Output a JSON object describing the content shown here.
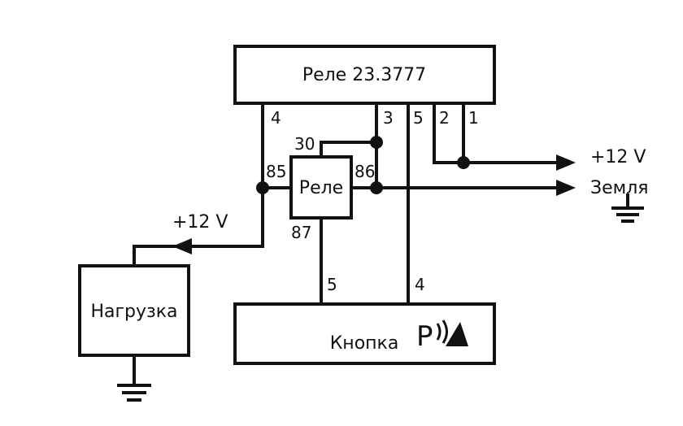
{
  "diagram": {
    "main_relay_label": "Реле 23.3777",
    "small_relay_label": "Реле",
    "load_label": "Нагрузка",
    "button_label": "Кнопка",
    "button_logo_letter": "P",
    "pins": {
      "top_4": "4",
      "top_3": "3",
      "top_5": "5",
      "top_2": "2",
      "top_1": "1",
      "p30": "30",
      "p85": "85",
      "p86": "86",
      "p87": "87",
      "bottom_5": "5",
      "bottom_4": "4"
    },
    "supply_right": "+12 V",
    "ground_right": "Земля",
    "supply_left": "+12 V"
  }
}
